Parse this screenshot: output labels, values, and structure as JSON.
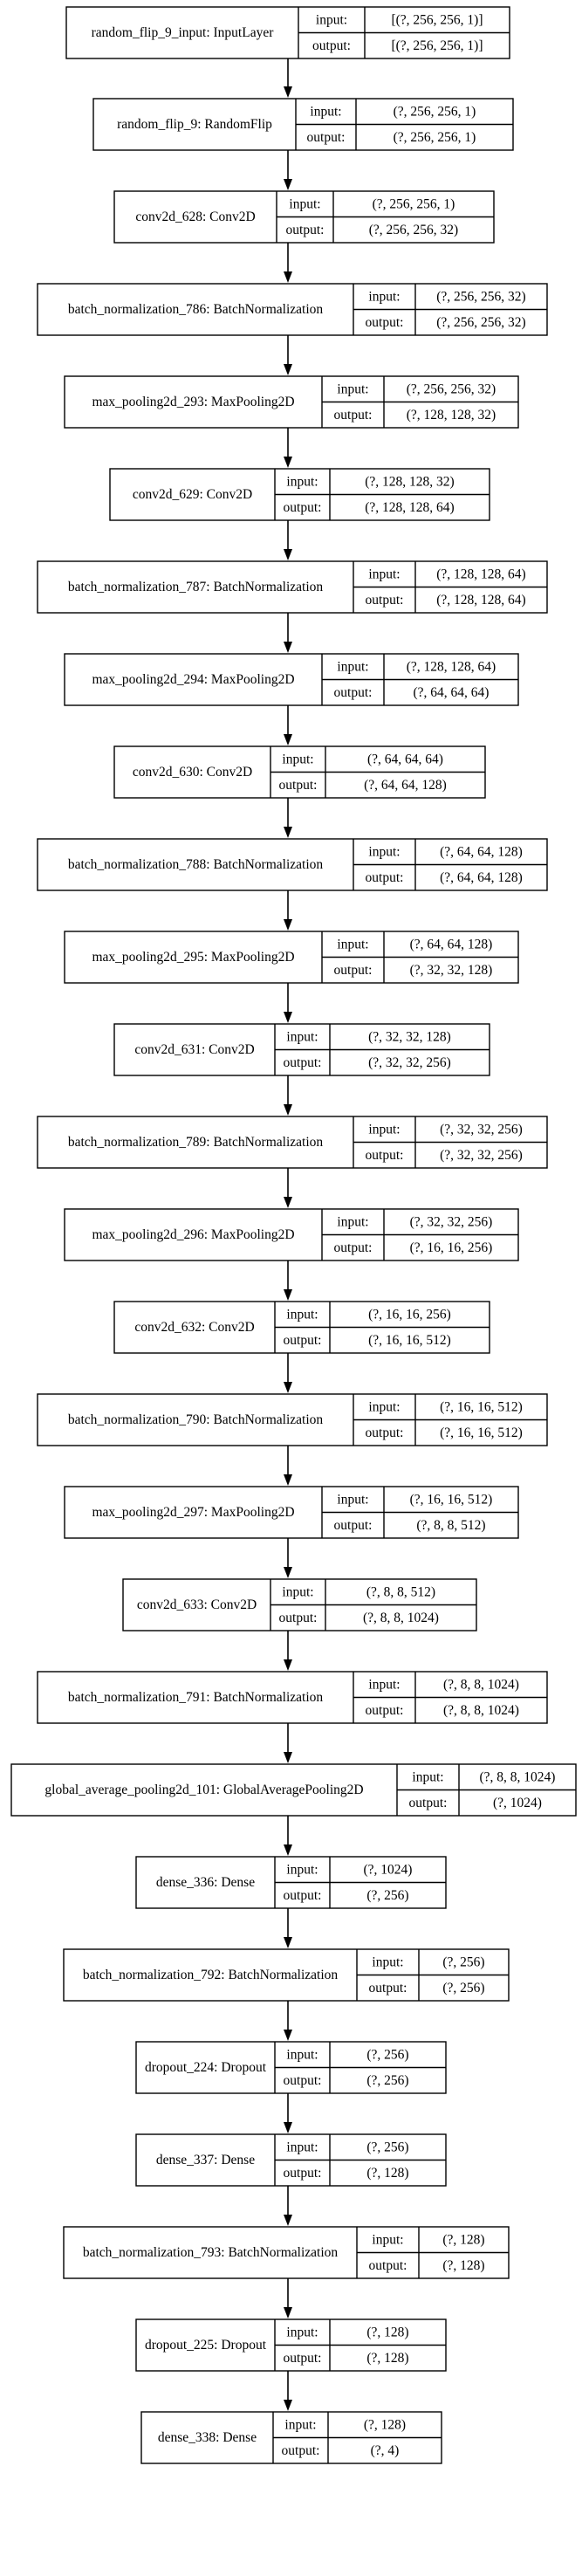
{
  "labels": {
    "input": "input:",
    "output": "output:"
  },
  "layers": [
    {
      "name": "random_flip_9_input: InputLayer",
      "input": "[(?, 256, 256, 1)]",
      "output": "[(?, 256, 256, 1)]"
    },
    {
      "name": "random_flip_9: RandomFlip",
      "input": "(?, 256, 256, 1)",
      "output": "(?, 256, 256, 1)"
    },
    {
      "name": "conv2d_628: Conv2D",
      "input": "(?, 256, 256, 1)",
      "output": "(?, 256, 256, 32)"
    },
    {
      "name": "batch_normalization_786: BatchNormalization",
      "input": "(?, 256, 256, 32)",
      "output": "(?, 256, 256, 32)"
    },
    {
      "name": "max_pooling2d_293: MaxPooling2D",
      "input": "(?, 256, 256, 32)",
      "output": "(?, 128, 128, 32)"
    },
    {
      "name": "conv2d_629: Conv2D",
      "input": "(?, 128, 128, 32)",
      "output": "(?, 128, 128, 64)"
    },
    {
      "name": "batch_normalization_787: BatchNormalization",
      "input": "(?, 128, 128, 64)",
      "output": "(?, 128, 128, 64)"
    },
    {
      "name": "max_pooling2d_294: MaxPooling2D",
      "input": "(?, 128, 128, 64)",
      "output": "(?, 64, 64, 64)"
    },
    {
      "name": "conv2d_630: Conv2D",
      "input": "(?, 64, 64, 64)",
      "output": "(?, 64, 64, 128)"
    },
    {
      "name": "batch_normalization_788: BatchNormalization",
      "input": "(?, 64, 64, 128)",
      "output": "(?, 64, 64, 128)"
    },
    {
      "name": "max_pooling2d_295: MaxPooling2D",
      "input": "(?, 64, 64, 128)",
      "output": "(?, 32, 32, 128)"
    },
    {
      "name": "conv2d_631: Conv2D",
      "input": "(?, 32, 32, 128)",
      "output": "(?, 32, 32, 256)"
    },
    {
      "name": "batch_normalization_789: BatchNormalization",
      "input": "(?, 32, 32, 256)",
      "output": "(?, 32, 32, 256)"
    },
    {
      "name": "max_pooling2d_296: MaxPooling2D",
      "input": "(?, 32, 32, 256)",
      "output": "(?, 16, 16, 256)"
    },
    {
      "name": "conv2d_632: Conv2D",
      "input": "(?, 16, 16, 256)",
      "output": "(?, 16, 16, 512)"
    },
    {
      "name": "batch_normalization_790: BatchNormalization",
      "input": "(?, 16, 16, 512)",
      "output": "(?, 16, 16, 512)"
    },
    {
      "name": "max_pooling2d_297: MaxPooling2D",
      "input": "(?, 16, 16, 512)",
      "output": "(?, 8, 8, 512)"
    },
    {
      "name": "conv2d_633: Conv2D",
      "input": "(?, 8, 8, 512)",
      "output": "(?, 8, 8, 1024)"
    },
    {
      "name": "batch_normalization_791: BatchNormalization",
      "input": "(?, 8, 8, 1024)",
      "output": "(?, 8, 8, 1024)"
    },
    {
      "name": "global_average_pooling2d_101: GlobalAveragePooling2D",
      "input": "(?, 8, 8, 1024)",
      "output": "(?, 1024)"
    },
    {
      "name": "dense_336: Dense",
      "input": "(?, 1024)",
      "output": "(?, 256)"
    },
    {
      "name": "batch_normalization_792: BatchNormalization",
      "input": "(?, 256)",
      "output": "(?, 256)"
    },
    {
      "name": "dropout_224: Dropout",
      "input": "(?, 256)",
      "output": "(?, 256)"
    },
    {
      "name": "dense_337: Dense",
      "input": "(?, 256)",
      "output": "(?, 128)"
    },
    {
      "name": "batch_normalization_793: BatchNormalization",
      "input": "(?, 128)",
      "output": "(?, 128)"
    },
    {
      "name": "dropout_225: Dropout",
      "input": "(?, 128)",
      "output": "(?, 128)"
    },
    {
      "name": "dense_338: Dense",
      "input": "(?, 128)",
      "output": "(?, 4)"
    }
  ]
}
